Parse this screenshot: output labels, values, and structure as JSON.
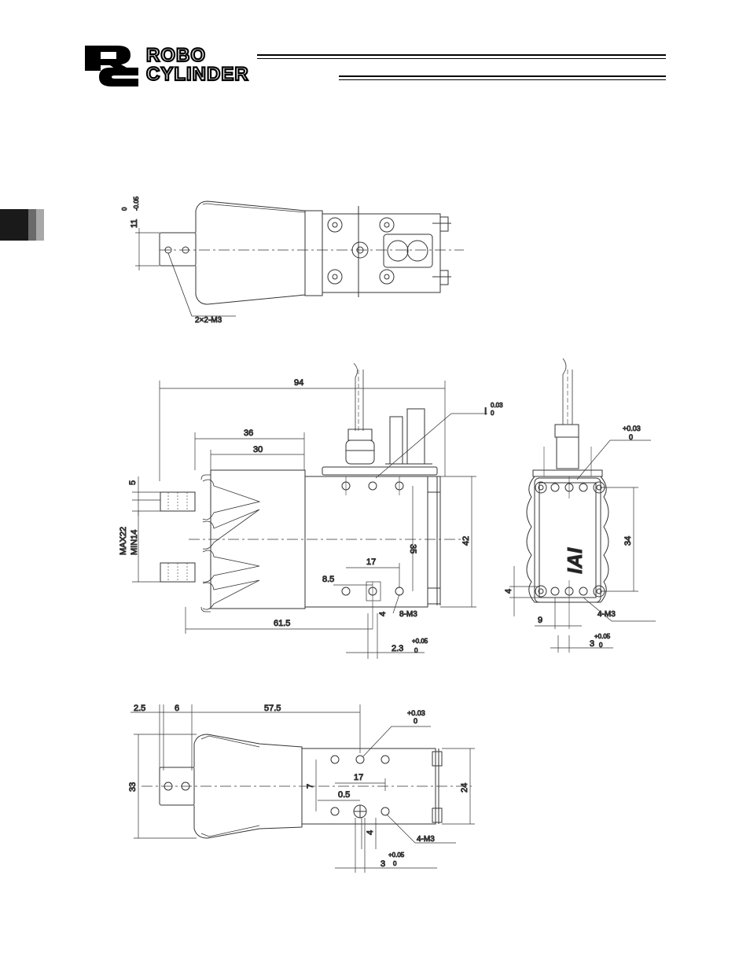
{
  "header": {
    "logo_mark": "RC",
    "logo_line1": "ROBO",
    "logo_line2": "CYLINDER"
  },
  "top_view": {
    "dim_height": "11",
    "dim_height_tol_upper": "0",
    "dim_height_tol_lower": "-0.05",
    "callout_holes": "2×2-M3"
  },
  "front_view": {
    "dim_overall_length": "94",
    "dim_36": "36",
    "dim_30": "30",
    "dim_5": "5",
    "dim_max": "MAX22",
    "dim_min": "MIN14",
    "dim_35": "35",
    "dim_42": "42",
    "dim_17": "17",
    "dim_8_5": "8.5",
    "dim_4": "4",
    "callout_8m3": "8-M3",
    "dim_61_5": "61.5",
    "dim_2_3": "2.3",
    "tol_2_3_upper": "+0.05",
    "tol_2_3_lower": "0",
    "pin_tol_label": "I",
    "pin_tol_upper": "0.03",
    "pin_tol_lower": "0"
  },
  "side_view": {
    "pin_tol_upper": "+0.03",
    "pin_tol_lower": "0",
    "dim_34": "34",
    "dim_4": "4",
    "callout_4m3": "4-M3",
    "dim_9": "9",
    "dim_3": "3",
    "tol_3_upper": "+0.05",
    "tol_3_lower": "0",
    "brand_mark": "IAI"
  },
  "bottom_view": {
    "dim_2_5": "2.5",
    "dim_6": "6",
    "dim_57_5": "57.5",
    "pin_tol_upper": "+0.03",
    "pin_tol_lower": "0",
    "dim_33": "33",
    "dim_7": "7",
    "dim_17": "17",
    "dim_24": "24",
    "dim_0_5": "0.5",
    "dim_4": "4",
    "callout_4m3": "4-M3",
    "dim_3": "3",
    "tol_3_upper": "+0.05",
    "tol_3_lower": "0"
  }
}
